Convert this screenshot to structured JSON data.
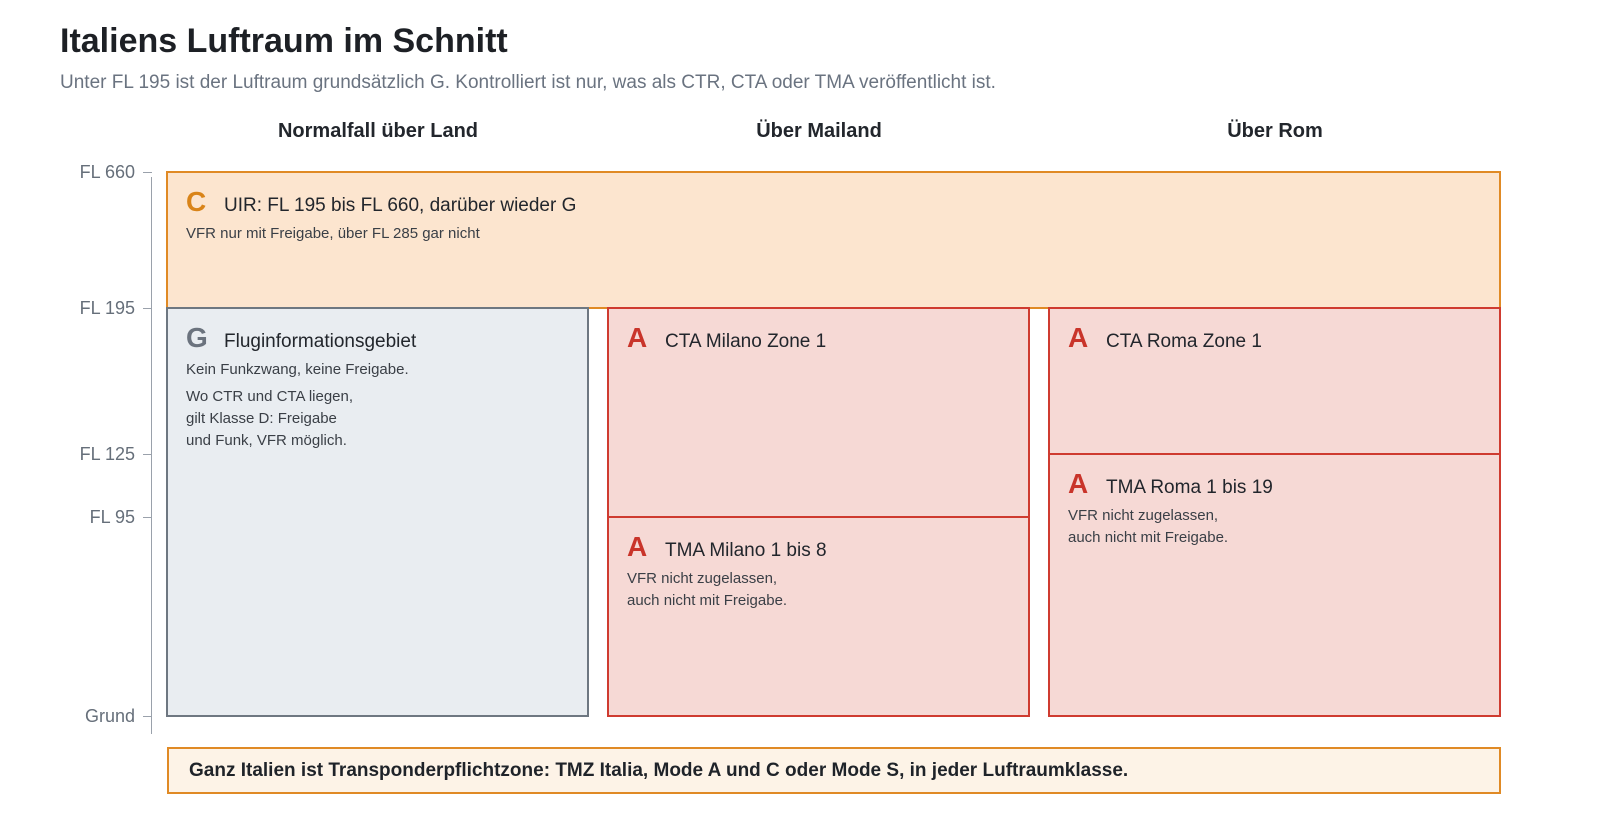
{
  "title": "Italiens Luftraum im Schnitt",
  "subtitle": "Unter FL 195 ist der Luftraum grundsätzlich G. Kontrolliert ist nur, was als CTR, CTA oder TMA veröffentlicht ist.",
  "columns": [
    "Normalfall über Land",
    "Über Mailand",
    "Über Rom"
  ],
  "axis": {
    "ticks": [
      "FL 660",
      "FL 195",
      "FL 125",
      "FL 95",
      "Grund"
    ]
  },
  "blocks": {
    "uir": {
      "class": "C",
      "title": "UIR: FL 195 bis FL 660, darüber wieder G",
      "note": "VFR nur mit Freigabe, über FL 285 gar nicht"
    },
    "fir": {
      "class": "G",
      "title": "Fluginformationsgebiet",
      "note1": "Kein Funkzwang, keine Freigabe.",
      "note2": "Wo CTR und CTA liegen,\ngilt Klasse D: Freigabe\nund Funk, VFR möglich."
    },
    "cta_milano": {
      "class": "A",
      "title": "CTA Milano Zone 1"
    },
    "tma_milano": {
      "class": "A",
      "title": "TMA Milano 1 bis 8",
      "note": "VFR nicht zugelassen,\nauch nicht mit Freigabe."
    },
    "cta_roma": {
      "class": "A",
      "title": "CTA Roma Zone 1"
    },
    "tma_roma": {
      "class": "A",
      "title": "TMA Roma 1 bis 19",
      "note": "VFR nicht zugelassen,\nauch nicht mit Freigabe."
    }
  },
  "footer": "Ganz Italien ist Transponderpflichtzone: TMZ Italia, Mode A und C oder Mode S, in jeder Luftraumklasse.",
  "colors": {
    "class_c": "#e08a25",
    "class_g": "#6e7781",
    "class_a": "#cf3b30"
  }
}
